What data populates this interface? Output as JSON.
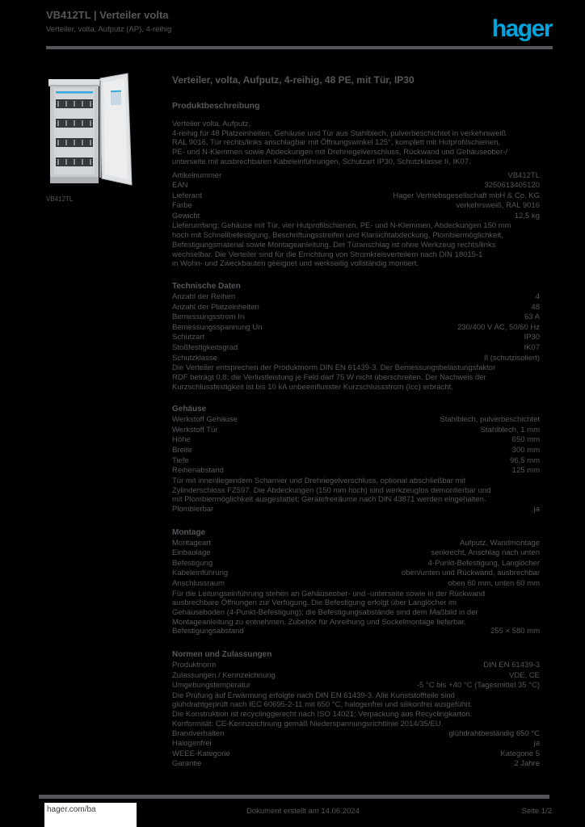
{
  "colors": {
    "accent": "#00A3DB",
    "text": "#54565A",
    "background": "#000000",
    "footer_box": "#FFFFFF"
  },
  "header": {
    "line1": "VB412TL | Verteiler volta",
    "line2": "Verteiler, volta, Aufputz (AP), 4-reihig",
    "logo_text": "hager",
    "logo_color": "#00A3DB"
  },
  "photo": {
    "caption": "VB412TL",
    "illustration": "wall-mounted-distribution-board-4-rows-open-door"
  },
  "main": {
    "title": "Verteiler, volta, Aufputz, 4-reihig, 48 PE, mit Tür, IP30",
    "description_heading": "Produktbeschreibung",
    "description_lines": [
      "Verteiler volta, Aufputz,",
      "4-reihig für 48 Platzeinheiten, Gehäuse und Tür aus Stahlblech, pulverbeschichtet in verkehrsweiß",
      "RAL 9016, Tür rechts/links anschlagbar mit Öffnungswinkel 125°, komplett mit Hutprofilschienen,",
      "PE- und N-Klemmen sowie Abdeckungen mit Drehriegelverschluss, Rückwand und Gehäuseober-/",
      "unterseite mit ausbrechbaren Kabeleinführungen, Schutzart IP30, Schutzklasse II, IK07."
    ],
    "sections": [
      {
        "heading": "",
        "rows": [
          {
            "label": "Artikelnummer",
            "value": "VB412TL"
          },
          {
            "label": "EAN",
            "value": "3250613405120"
          },
          {
            "label": "Lieferant",
            "value": "Hager Vertriebsgesellschaft mbH & Co. KG"
          },
          {
            "label": "Farbe",
            "value": "verkehrsweiß, RAL 9016"
          },
          {
            "label": "Gewicht",
            "value": "12,5 kg"
          }
        ],
        "note_lines": [
          "Lieferumfang: Gehäuse mit Tür, vier Hutprofilschienen, PE- und N-Klemmen, Abdeckungen 150 mm",
          "hoch mit Schnellbefestigung, Beschriftungsstreifen und Klarsichtabdeckung, Plombiermöglichkeit,",
          "Befestigungsmaterial sowie Montageanleitung. Der Türanschlag ist ohne Werkzeug rechts/links",
          "wechselbar. Die Verteiler sind für die Errichtung von Stromkreisverteilern nach DIN 18015-1",
          "in Wohn- und Zweckbauten geeignet und werkseitig vollständig montiert."
        ],
        "rows2": []
      },
      {
        "heading": "Technische Daten",
        "rows": [
          {
            "label": "Anzahl der Reihen",
            "value": "4"
          },
          {
            "label": "Anzahl der Platzeinheiten",
            "value": "48"
          },
          {
            "label": "Bemessungsstrom In",
            "value": "63 A"
          },
          {
            "label": "Bemessungsspannung Un",
            "value": "230/400 V AC, 50/60 Hz"
          },
          {
            "label": "Schutzart",
            "value": "IP30"
          },
          {
            "label": "Stoßfestigkeitsgrad",
            "value": "IK07"
          },
          {
            "label": "Schutzklasse",
            "value": "II (schutzisoliert)"
          }
        ],
        "note_lines": [
          "Die Verteiler entsprechen der Produktnorm DIN EN 61439-3. Der Bemessungsbelastungsfaktor",
          "RDF beträgt 0,8; die Verlustleistung je Feld darf 75 W nicht überschreiten. Der Nachweis der",
          "Kurzschlussfestigkeit ist bis 10 kA unbeeinflusster Kurzschlussstrom (Icc) erbracht."
        ],
        "rows2": []
      },
      {
        "heading": "Gehäuse",
        "rows": [
          {
            "label": "Werkstoff Gehäuse",
            "value": "Stahlblech, pulverbeschichtet"
          },
          {
            "label": "Werkstoff Tür",
            "value": "Stahlblech, 1 mm"
          },
          {
            "label": "Höhe",
            "value": "650 mm"
          },
          {
            "label": "Breite",
            "value": "300 mm"
          },
          {
            "label": "Tiefe",
            "value": "96,5 mm"
          },
          {
            "label": "Reihenabstand",
            "value": "125 mm"
          }
        ],
        "note_lines": [
          "Tür mit innenliegendem Scharnier und Drehriegelverschluss, optional abschließbar mit",
          "Zylinderschloss FZ597. Die Abdeckungen (150 mm hoch) sind werkzeuglos demontierbar und",
          "mit Plombiermöglichkeit ausgestattet; Gerätefreiräume nach DIN 43871 werden eingehalten."
        ],
        "rows2": [
          {
            "label": "Plombierbar",
            "value": "ja"
          }
        ]
      },
      {
        "heading": "Montage",
        "rows": [
          {
            "label": "Montageart",
            "value": "Aufputz, Wandmontage"
          },
          {
            "label": "Einbaulage",
            "value": "senkrecht, Anschlag nach unten"
          },
          {
            "label": "Befestigung",
            "value": "4-Punkt-Befestigung, Langlöcher"
          },
          {
            "label": "Kabeleinführung",
            "value": "oben/unten und Rückwand, ausbrechbar"
          },
          {
            "label": "Anschlussraum",
            "value": "oben 60 mm, unten 60 mm"
          }
        ],
        "note_lines": [
          "Für die Leitungseinführung stehen an Gehäuseober- und -unterseite sowie in der Rückwand",
          "ausbrechbare Öffnungen zur Verfügung. Die Befestigung erfolgt über Langlöcher im",
          "Gehäuseboden (4-Punkt-Befestigung); die Befestigungsabstände sind dem Maßbild in der",
          "Montageanleitung zu entnehmen. Zubehör für Anreihung und Sockelmontage lieferbar."
        ],
        "rows2": [
          {
            "label": "Befestigungsabstand",
            "value": "255 × 580 mm"
          }
        ]
      },
      {
        "heading": "Normen und Zulassungen",
        "rows": [
          {
            "label": "Produktnorm",
            "value": "DIN EN 61439-3"
          },
          {
            "label": "Zulassungen / Kennzeichnung",
            "value": "VDE, CE"
          },
          {
            "label": "Umgebungstemperatur",
            "value": "-5 °C bis +40 °C (Tagesmittel 35 °C)"
          }
        ],
        "note_lines": [
          "Die Prüfung auf Erwärmung erfolgte nach DIN EN 61439-3. Alle Kunststoffteile sind",
          "glühdrahtgeprüft nach IEC 60695-2-11 mit 650 °C, halogenfrei und silikonfrei ausgeführt.",
          "Die Konstruktion ist recyclinggerecht nach ISO 14021; Verpackung aus Recyclingkarton.",
          "Konformität: CE-Kennzeichnung gemäß Niederspannungsrichtlinie 2014/35/EU."
        ],
        "rows2": [
          {
            "label": "Brandverhalten",
            "value": "glühdrahtbeständig 650 °C"
          },
          {
            "label": "Halogenfrei",
            "value": "ja"
          },
          {
            "label": "WEEE-Kategorie",
            "value": "Kategorie 5"
          },
          {
            "label": "Garantie",
            "value": "2 Jahre"
          }
        ]
      }
    ]
  },
  "footer": {
    "url": "hager.com/ba",
    "created": "Dokument erstellt am 14.06.2024",
    "page": "Seite 1/2"
  }
}
